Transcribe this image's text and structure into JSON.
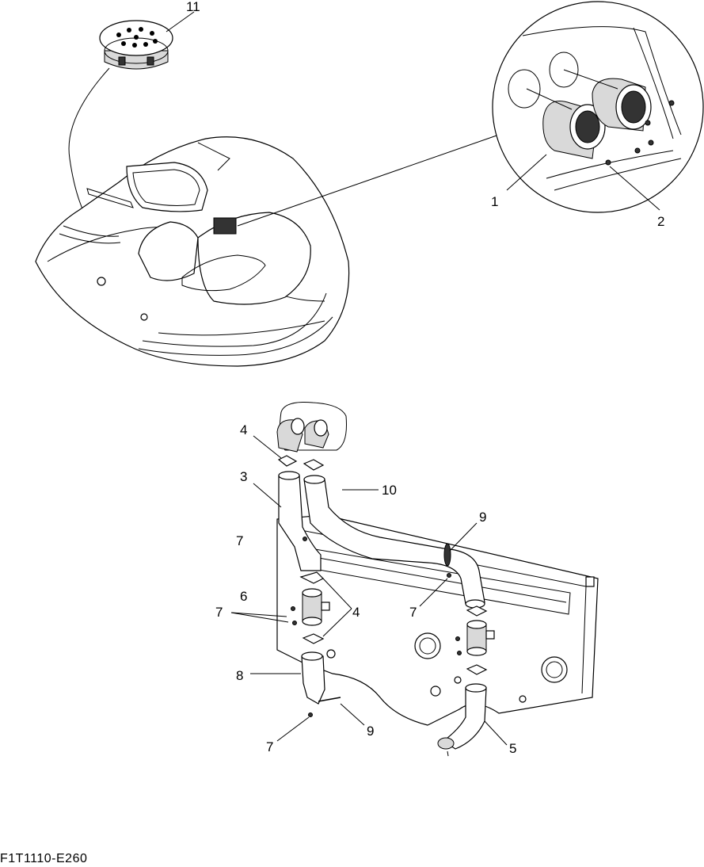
{
  "figure_code": "F1T1110-E260",
  "callouts": {
    "c11": "11",
    "c1": "1",
    "c2": "2",
    "c4a": "4",
    "c3": "3",
    "c10": "10",
    "c9a": "9",
    "c7a": "7",
    "c6": "6",
    "c7b": "7",
    "c4b": "4",
    "c7c": "7",
    "c8": "8",
    "c9b": "9",
    "c7d": "7",
    "c5": "5"
  }
}
